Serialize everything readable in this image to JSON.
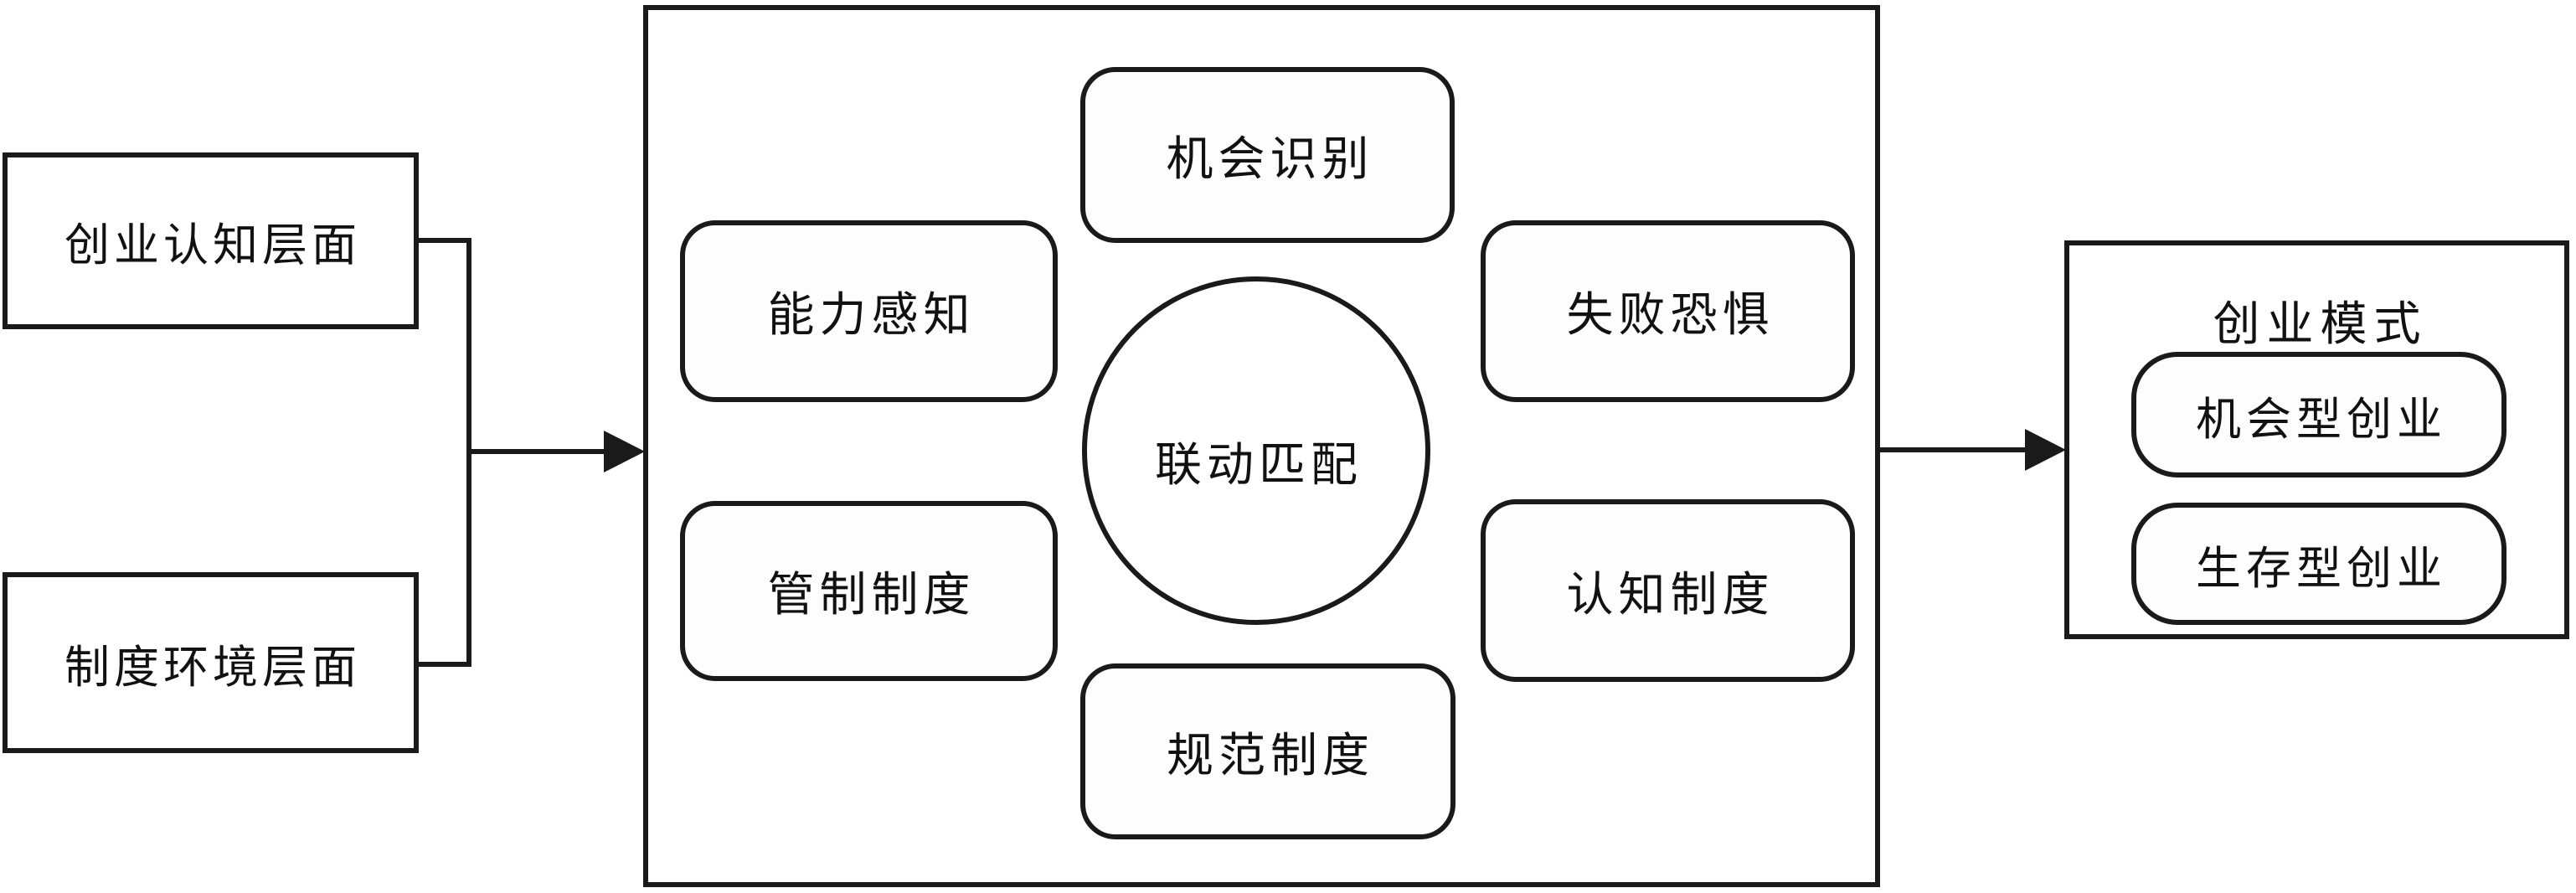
{
  "diagram": {
    "left_column": {
      "boxes": [
        {
          "id": "entrepreneurial-cognition-level",
          "label": "创业认知层面"
        },
        {
          "id": "institutional-environment-level",
          "label": "制度环境层面"
        }
      ]
    },
    "center_container": {
      "circle_label": "联动匹配",
      "nodes": [
        {
          "id": "opportunity-recognition",
          "label": "机会识别",
          "position": "top"
        },
        {
          "id": "ability-perception",
          "label": "能力感知",
          "position": "upper-left"
        },
        {
          "id": "fear-of-failure",
          "label": "失败恐惧",
          "position": "upper-right"
        },
        {
          "id": "regulatory-institution",
          "label": "管制制度",
          "position": "lower-left"
        },
        {
          "id": "cognitive-institution",
          "label": "认知制度",
          "position": "lower-right"
        },
        {
          "id": "normative-institution",
          "label": "规范制度",
          "position": "bottom"
        }
      ]
    },
    "right_box": {
      "title": "创业模式",
      "items": [
        {
          "id": "opportunity-based-entrepreneurship",
          "label": "机会型创业"
        },
        {
          "id": "survival-based-entrepreneurship",
          "label": "生存型创业"
        }
      ]
    },
    "colors": {
      "stroke": "#1a1a1a",
      "background": "#ffffff"
    }
  }
}
